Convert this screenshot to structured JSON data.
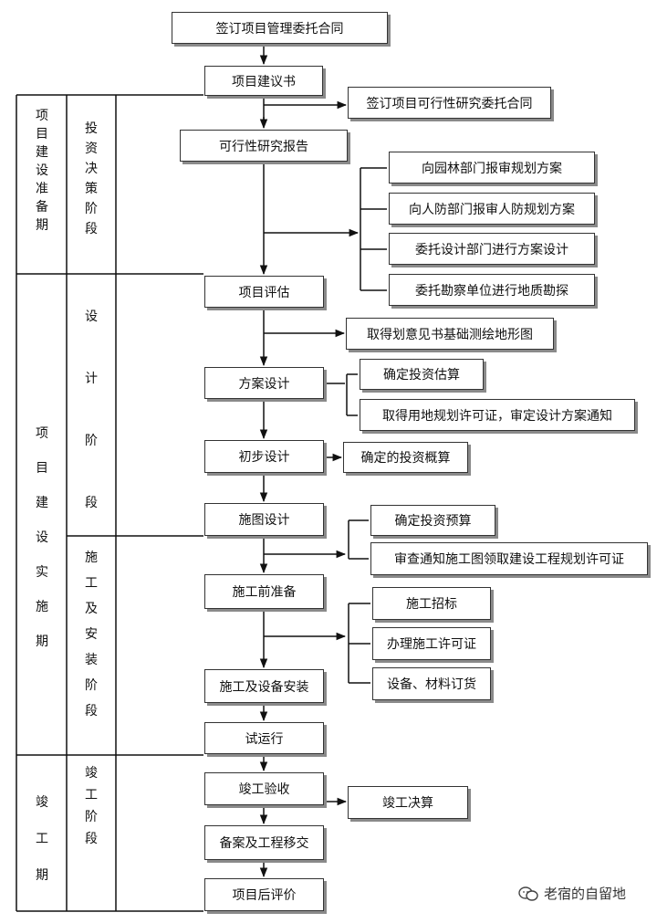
{
  "main_flow": [
    "签订项目管理委托合同",
    "项目建议书",
    "可行性研究报告",
    "项目评估",
    "方案设计",
    "初步设计",
    "施图设计",
    "施工前准备",
    "施工及设备安装",
    "试运行",
    "竣工验收",
    "备案及工程移交",
    "项目后评价"
  ],
  "side_boxes": {
    "feasibility_contract": "签订项目可行性研究委托合同",
    "feasibility_branch": [
      "向园林部门报审规划方案",
      "向人防部门报审人防规划方案",
      "委托设计部门进行方案设计",
      "委托勘察单位进行地质勘探"
    ],
    "survey": "取得划意见书基础测绘地形图",
    "scheme_branch": [
      "确定投资估算",
      "取得用地规划许可证，审定设计方案通知"
    ],
    "preliminary": "确定的投资概算",
    "construction_drawing_branch": [
      "确定投资预算",
      "审查通知施工图领取建设工程规划许可证"
    ],
    "preparation_branch": [
      "施工招标",
      "办理施工许可证",
      "设备、材料订货"
    ],
    "acceptance": "竣工决算"
  },
  "periods": [
    "项目建设准备期",
    "项目建设实施期",
    "竣工期"
  ],
  "stages": [
    "投资决策阶段",
    "设计阶段",
    "施工及安装阶段",
    "竣工阶段"
  ],
  "watermark": "老宿的自留地"
}
